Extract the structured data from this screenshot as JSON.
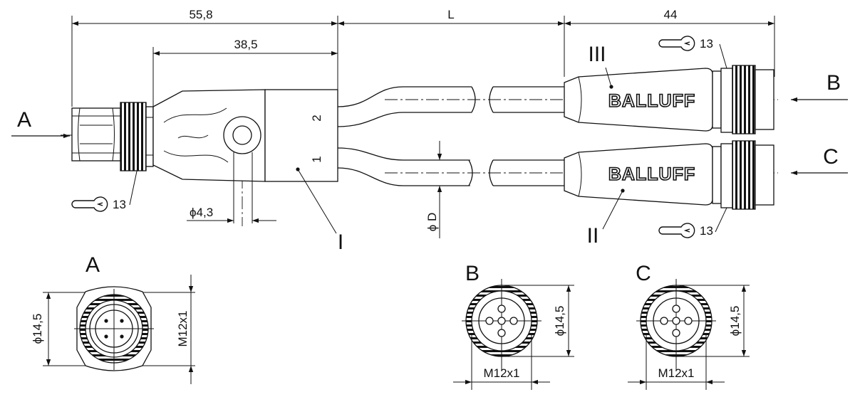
{
  "dimensions": {
    "total_left": "55,8",
    "cable_length": "L",
    "right_connector": "44",
    "splitter_body": "38,5",
    "mount_hole": "ϕ4,3",
    "cable_diameter": "ϕ D",
    "wrench_left": "13",
    "wrench_top_right": "13",
    "wrench_bottom_right": "13"
  },
  "labels": {
    "view_a_arrow": "A",
    "view_b_arrow": "B",
    "view_c_arrow": "C",
    "part_i": "I",
    "part_ii": "II",
    "part_iii": "III",
    "port_top": "2",
    "port_bottom": "1"
  },
  "branding": {
    "upper_molding": "BALLUFF",
    "lower_molding": "BALLUFF"
  },
  "end_views": {
    "a": {
      "title": "A",
      "diameter": "ϕ14,5",
      "thread": "M12x1"
    },
    "b": {
      "title": "B",
      "diameter": "ϕ14,5",
      "thread": "M12x1"
    },
    "c": {
      "title": "C",
      "diameter": "ϕ14,5",
      "thread": "M12x1"
    }
  }
}
